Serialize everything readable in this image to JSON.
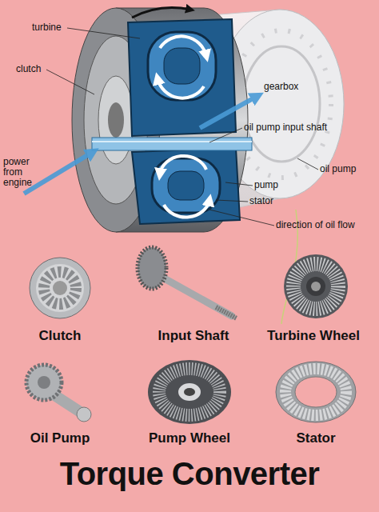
{
  "diagram": {
    "title": "Torque Converter",
    "labels": [
      "turbine",
      "clutch",
      "power from engine",
      "gearbox",
      "oil pump input shaft",
      "oil pump",
      "pump",
      "stator",
      "direction of oil flow",
      "Clutch",
      "Input Shaft",
      "Turbine Wheel",
      "Oil Pump",
      "Pump Wheel",
      "Stator"
    ]
  }
}
